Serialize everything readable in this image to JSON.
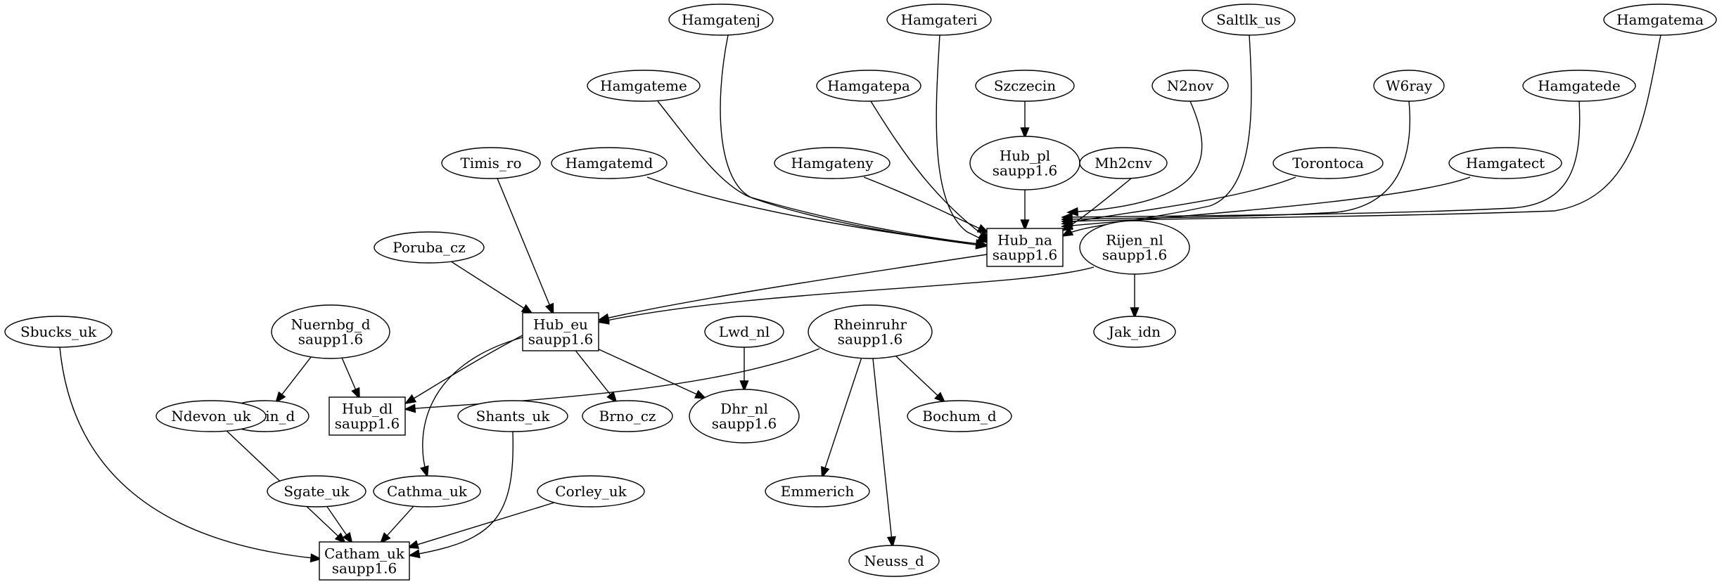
{
  "nodes": [
    {
      "id": "hamgatenj",
      "lines": [
        "Hamgatenj"
      ],
      "shape": "ellipse"
    },
    {
      "id": "hamgateri",
      "lines": [
        "Hamgateri"
      ],
      "shape": "ellipse"
    },
    {
      "id": "saltlk_us",
      "lines": [
        "Saltlk_us"
      ],
      "shape": "ellipse"
    },
    {
      "id": "hamgatema",
      "lines": [
        "Hamgatema"
      ],
      "shape": "ellipse"
    },
    {
      "id": "hamgateme",
      "lines": [
        "Hamgateme"
      ],
      "shape": "ellipse"
    },
    {
      "id": "hamgatepa",
      "lines": [
        "Hamgatepa"
      ],
      "shape": "ellipse"
    },
    {
      "id": "szczecin",
      "lines": [
        "Szczecin"
      ],
      "shape": "ellipse"
    },
    {
      "id": "n2nov",
      "lines": [
        "N2nov"
      ],
      "shape": "ellipse"
    },
    {
      "id": "w6ray",
      "lines": [
        "W6ray"
      ],
      "shape": "ellipse"
    },
    {
      "id": "hamgatede",
      "lines": [
        "Hamgatede"
      ],
      "shape": "ellipse"
    },
    {
      "id": "timis_ro",
      "lines": [
        "Timis_ro"
      ],
      "shape": "ellipse"
    },
    {
      "id": "hamgatemd",
      "lines": [
        "Hamgatemd"
      ],
      "shape": "ellipse"
    },
    {
      "id": "hamgateny",
      "lines": [
        "Hamgateny"
      ],
      "shape": "ellipse"
    },
    {
      "id": "hub_pl",
      "lines": [
        "Hub_pl",
        "saupp1.6"
      ],
      "shape": "ellipse"
    },
    {
      "id": "mh2cnv",
      "lines": [
        "Mh2cnv"
      ],
      "shape": "ellipse"
    },
    {
      "id": "torontoca",
      "lines": [
        "Torontoca"
      ],
      "shape": "ellipse"
    },
    {
      "id": "hamgatect",
      "lines": [
        "Hamgatect"
      ],
      "shape": "ellipse"
    },
    {
      "id": "hub_na",
      "lines": [
        "Hub_na",
        "saupp1.6"
      ],
      "shape": "box"
    },
    {
      "id": "rijen_nl",
      "lines": [
        "Rijen_nl",
        "saupp1.6"
      ],
      "shape": "ellipse"
    },
    {
      "id": "poruba_cz",
      "lines": [
        "Poruba_cz"
      ],
      "shape": "ellipse"
    },
    {
      "id": "hub_eu",
      "lines": [
        "Hub_eu",
        "saupp1.6"
      ],
      "shape": "box"
    },
    {
      "id": "jak_idn",
      "lines": [
        "Jak_idn"
      ],
      "shape": "ellipse"
    },
    {
      "id": "sbucks_uk",
      "lines": [
        "Sbucks_uk"
      ],
      "shape": "ellipse"
    },
    {
      "id": "nuernbg_d",
      "lines": [
        "Nuernbg_d",
        "saupp1.6"
      ],
      "shape": "ellipse"
    },
    {
      "id": "lwd_nl",
      "lines": [
        "Lwd_nl"
      ],
      "shape": "ellipse"
    },
    {
      "id": "rheinruhr",
      "lines": [
        "Rheinruhr",
        "saupp1.6"
      ],
      "shape": "ellipse"
    },
    {
      "id": "berlin_d",
      "lines": [
        "Berlin_d"
      ],
      "shape": "ellipse"
    },
    {
      "id": "hub_dl",
      "lines": [
        "Hub_dl",
        "saupp1.6"
      ],
      "shape": "box"
    },
    {
      "id": "brno_cz",
      "lines": [
        "Brno_cz"
      ],
      "shape": "ellipse"
    },
    {
      "id": "dhr_nl",
      "lines": [
        "Dhr_nl",
        "saupp1.6"
      ],
      "shape": "ellipse"
    },
    {
      "id": "bochum_d",
      "lines": [
        "Bochum_d"
      ],
      "shape": "ellipse"
    },
    {
      "id": "ndevon_uk",
      "lines": [
        "Ndevon_uk"
      ],
      "shape": "ellipse"
    },
    {
      "id": "shants_uk",
      "lines": [
        "Shants_uk"
      ],
      "shape": "ellipse"
    },
    {
      "id": "sgate_uk",
      "lines": [
        "Sgate_uk"
      ],
      "shape": "ellipse"
    },
    {
      "id": "cathma_uk",
      "lines": [
        "Cathma_uk"
      ],
      "shape": "ellipse"
    },
    {
      "id": "corley_uk",
      "lines": [
        "Corley_uk"
      ],
      "shape": "ellipse"
    },
    {
      "id": "emmerich",
      "lines": [
        "Emmerich"
      ],
      "shape": "ellipse"
    },
    {
      "id": "catham_uk",
      "lines": [
        "Catham_uk",
        "saupp1.6"
      ],
      "shape": "box"
    },
    {
      "id": "neuss_d",
      "lines": [
        "Neuss_d"
      ],
      "shape": "ellipse"
    }
  ],
  "edges": [
    {
      "from": "hamgatenj",
      "to": "hub_na"
    },
    {
      "from": "hamgateri",
      "to": "hub_na"
    },
    {
      "from": "saltlk_us",
      "to": "hub_na"
    },
    {
      "from": "hamgatema",
      "to": "hub_na"
    },
    {
      "from": "hamgateme",
      "to": "hub_na"
    },
    {
      "from": "hamgatepa",
      "to": "hub_na"
    },
    {
      "from": "szczecin",
      "to": "hub_pl"
    },
    {
      "from": "hub_pl",
      "to": "hub_na"
    },
    {
      "from": "n2nov",
      "to": "hub_na"
    },
    {
      "from": "w6ray",
      "to": "hub_na"
    },
    {
      "from": "hamgatede",
      "to": "hub_na"
    },
    {
      "from": "hamgatemd",
      "to": "hub_na"
    },
    {
      "from": "hamgateny",
      "to": "hub_na"
    },
    {
      "from": "mh2cnv",
      "to": "hub_na"
    },
    {
      "from": "torontoca",
      "to": "hub_na"
    },
    {
      "from": "hamgatect",
      "to": "hub_na"
    },
    {
      "from": "timis_ro",
      "to": "hub_eu"
    },
    {
      "from": "poruba_cz",
      "to": "hub_eu"
    },
    {
      "from": "hub_na",
      "to": "hub_eu"
    },
    {
      "from": "rijen_nl",
      "to": "hub_eu"
    },
    {
      "from": "rijen_nl",
      "to": "jak_idn"
    },
    {
      "from": "hub_eu",
      "to": "hub_dl"
    },
    {
      "from": "hub_eu",
      "to": "brno_cz"
    },
    {
      "from": "hub_eu",
      "to": "dhr_nl"
    },
    {
      "from": "hub_eu",
      "to": "cathma_uk"
    },
    {
      "from": "nuernbg_d",
      "to": "berlin_d"
    },
    {
      "from": "nuernbg_d",
      "to": "hub_dl"
    },
    {
      "from": "lwd_nl",
      "to": "dhr_nl"
    },
    {
      "from": "rheinruhr",
      "to": "hub_dl"
    },
    {
      "from": "rheinruhr",
      "to": "bochum_d"
    },
    {
      "from": "rheinruhr",
      "to": "emmerich"
    },
    {
      "from": "rheinruhr",
      "to": "neuss_d"
    },
    {
      "from": "sbucks_uk",
      "to": "catham_uk"
    },
    {
      "from": "ndevon_uk",
      "to": "catham_uk"
    },
    {
      "from": "sgate_uk",
      "to": "catham_uk"
    },
    {
      "from": "cathma_uk",
      "to": "catham_uk"
    },
    {
      "from": "shants_uk",
      "to": "catham_uk"
    },
    {
      "from": "corley_uk",
      "to": "catham_uk"
    }
  ]
}
